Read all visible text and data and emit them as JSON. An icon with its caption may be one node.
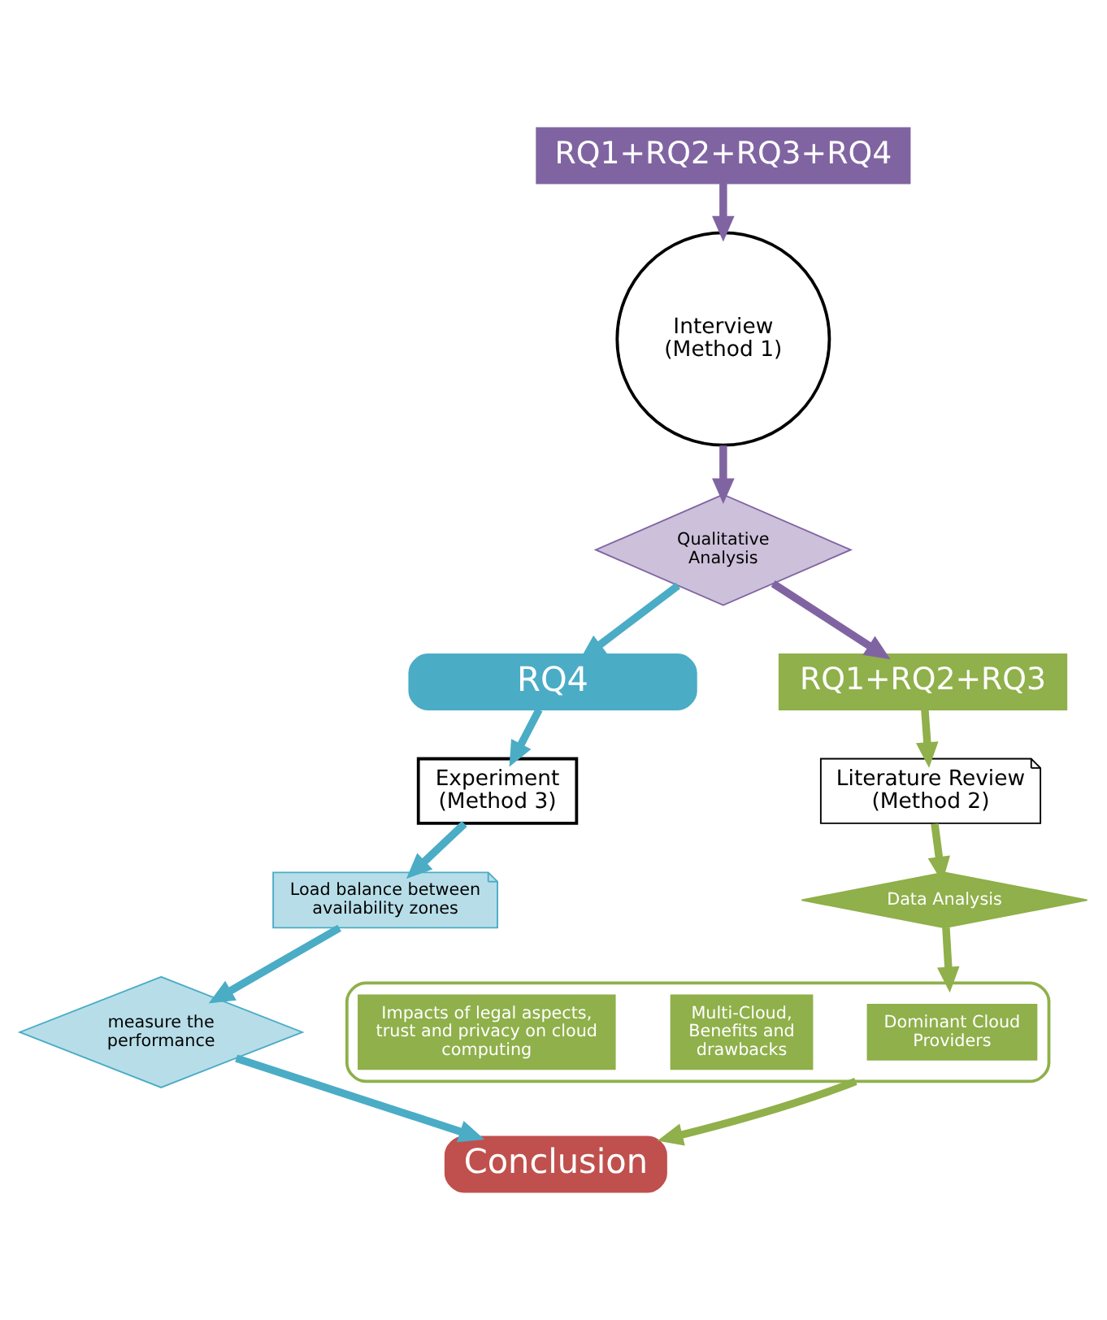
{
  "diagram": {
    "nodes": [
      {
        "text": [
          "RQ1+RQ2+RQ3+RQ4"
        ]
      },
      {
        "text": [
          "Interview",
          "(Method 1)"
        ]
      },
      {
        "text": [
          "Qualitative Analysis"
        ]
      },
      {
        "text": [
          "RQ4"
        ]
      },
      {
        "text": [
          "RQ1+RQ2+RQ3"
        ]
      },
      {
        "text": [
          "Experiment",
          "(Method 3)"
        ]
      },
      {
        "text": [
          "Literature Review",
          "(Method 2)"
        ]
      },
      {
        "text": [
          "Load balance between availability zones"
        ]
      },
      {
        "text": [
          "measure the performance"
        ]
      },
      {
        "text": [
          "Data Analysis"
        ]
      },
      {
        "text": [
          "Conclusion"
        ]
      },
      {
        "text": [],
        "shape": "box"
      },
      {
        "text": [
          "Dominant Cloud Providers"
        ],
        "in": 11
      },
      {
        "text": [
          "Multi-Cloud, Benefits and drawbacks"
        ],
        "in": 11
      },
      {
        "text": [
          "Impacts of legal aspects, trust and privacy on cloud computing"
        ],
        "in": 11
      }
    ],
    "edges": [
      {
        "from": 0,
        "to": 1,
        "arrow": "to",
        "color": "#8064a2"
      },
      {
        "from": 1,
        "to": 2,
        "arrow": "to",
        "color": "#8064a2"
      },
      {
        "from": 2,
        "to": 3,
        "arrow": "to"
      },
      {
        "from": 2,
        "to": 4,
        "arrow": "to",
        "color": "#8064a2"
      },
      {
        "from": 3,
        "to": 5,
        "arrow": "to"
      },
      {
        "from": 4,
        "to": 6,
        "arrow": "to",
        "color": "#8fb04a"
      },
      {
        "from": 5,
        "to": 7,
        "arrow": "to"
      },
      {
        "from": 6,
        "to": 9,
        "arrow": "to",
        "color": "#8fb04a"
      },
      {
        "from": 7,
        "to": 8,
        "arrow": "to"
      },
      {
        "from": 9,
        "to": 11,
        "arrow": "to",
        "color": "#8fb04a"
      },
      {
        "from": 8,
        "to": 10,
        "arrow": "to"
      },
      {
        "from": 11,
        "to": 10,
        "arrow": "to",
        "color": "#8fb04a"
      }
    ]
  }
}
